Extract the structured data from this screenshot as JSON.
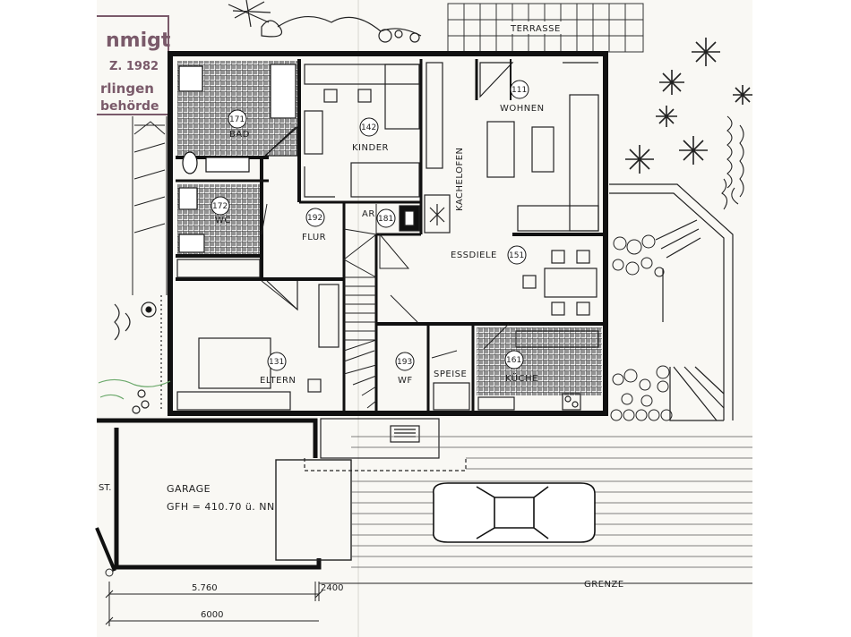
{
  "stamp": {
    "line1": "nmigt",
    "line2": "Z. 1982",
    "line3": "rlingen",
    "line4": "behörde"
  },
  "terrace": {
    "label": "TERRASSE"
  },
  "rooms": [
    {
      "id": "bad",
      "num": "171",
      "label": "BAD"
    },
    {
      "id": "kinder",
      "num": "142",
      "label": "KINDER"
    },
    {
      "id": "wohnen",
      "num": "111",
      "label": "WOHNEN"
    },
    {
      "id": "wc",
      "num": "172",
      "label": "WC"
    },
    {
      "id": "flur",
      "num": "192",
      "label": "FLUR"
    },
    {
      "id": "ar",
      "num": "181",
      "label": "AR"
    },
    {
      "id": "essdiele",
      "num": "151",
      "label": "ESSDIELE"
    },
    {
      "id": "eltern",
      "num": "131",
      "label": "ELTERN"
    },
    {
      "id": "wf",
      "num": "193",
      "label": "WF"
    },
    {
      "id": "speise",
      "num": "",
      "label": "SPEISE"
    },
    {
      "id": "kueche",
      "num": "161",
      "label": "KÜCHE"
    }
  ],
  "kachelofen": {
    "label": "KACHELOFEN"
  },
  "garage": {
    "label": "GARAGE",
    "gfh": "GFH = 410.70 ü. NN"
  },
  "boundary": {
    "label": "GRENZE"
  },
  "dimensions": {
    "d1": "5.760",
    "d2": "2400",
    "d3": "6000",
    "st": "ST."
  },
  "colors": {
    "ink": "#1a1a1a",
    "paper": "#f7f6f2",
    "stamp": "#7a5a6a",
    "tile": "#2a2a2a",
    "green": "#6aa86a"
  }
}
